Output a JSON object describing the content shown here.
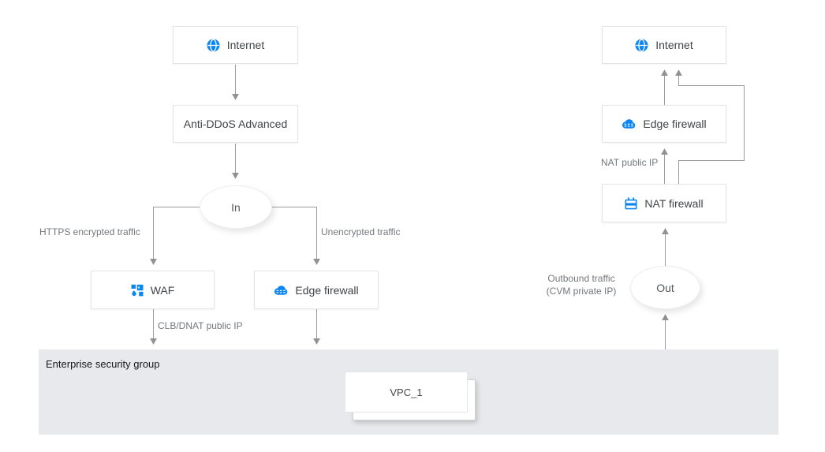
{
  "colors": {
    "accent_blue": "#0d87f0",
    "line_gray": "#9c9c9c",
    "region_background": "#e8e9ec",
    "box_border": "#e3e4e6",
    "node_text": "#404347",
    "annotation_text": "#74777b"
  },
  "left_flow": {
    "internet": {
      "label": "Internet",
      "icon": "globe-icon"
    },
    "anti_ddos": {
      "label": "Anti-DDoS Advanced"
    },
    "in_gate": {
      "label": "In"
    },
    "waf": {
      "label": "WAF",
      "icon": "waf-icon"
    },
    "edge_firewall": {
      "label": "Edge firewall",
      "icon": "cloud-firewall-icon"
    },
    "labels": {
      "https": "HTTPS encrypted traffic",
      "unencrypted": "Unencrypted traffic",
      "clb_dnat": "CLB/DNAT public IP"
    }
  },
  "right_flow": {
    "internet": {
      "label": "Internet",
      "icon": "globe-icon"
    },
    "edge_firewall": {
      "label": "Edge firewall",
      "icon": "cloud-firewall-icon"
    },
    "nat_firewall": {
      "label": "NAT firewall",
      "icon": "nat-firewall-icon"
    },
    "out_gate": {
      "label": "Out"
    },
    "labels": {
      "nat_public_ip": "NAT public IP",
      "outbound_line1": "Outbound traffic",
      "outbound_line2": "(CVM private IP)"
    }
  },
  "security_group": {
    "label": "Enterprise security group",
    "vpc": {
      "label": "VPC_1"
    }
  }
}
